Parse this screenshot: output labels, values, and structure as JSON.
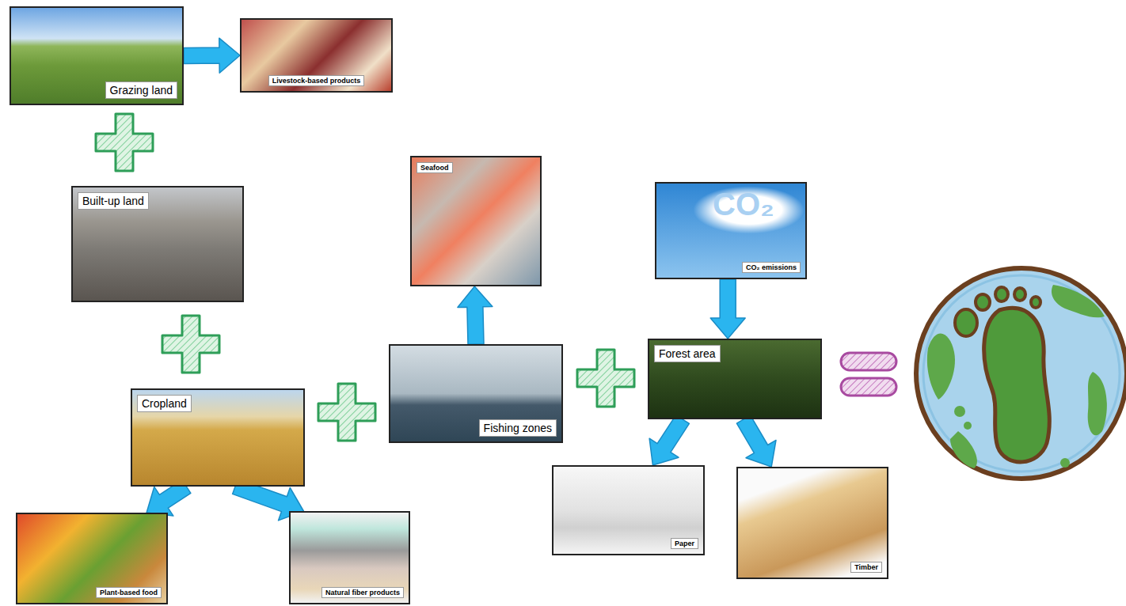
{
  "diagram": {
    "nodes": [
      {
        "text": [
          "Grazing land"
        ]
      },
      {
        "text": [
          "Livestock-based products"
        ]
      },
      {
        "text": [
          "Built-up land"
        ]
      },
      {
        "text": [
          "Seafood"
        ]
      },
      {
        "text": [
          "CO₂ emissions"
        ]
      },
      {
        "text": [
          "Cropland"
        ]
      },
      {
        "text": [
          "Fishing zones"
        ]
      },
      {
        "text": [
          "Forest area"
        ]
      },
      {
        "text": [
          "Plant-based food"
        ]
      },
      {
        "text": [
          "Natural fiber products"
        ]
      },
      {
        "text": [
          "Paper"
        ]
      },
      {
        "text": [
          "Timber"
        ]
      }
    ],
    "edges": [
      {
        "from": 0,
        "to": 1,
        "arrow": "to"
      },
      {
        "from": 6,
        "to": 3,
        "arrow": "to"
      },
      {
        "from": 4,
        "to": 7,
        "arrow": "to"
      },
      {
        "from": 7,
        "to": 10,
        "arrow": "to"
      },
      {
        "from": 7,
        "to": 11,
        "arrow": "to"
      },
      {
        "from": 5,
        "to": 8,
        "arrow": "to"
      },
      {
        "from": 5,
        "to": 9,
        "arrow": "to"
      }
    ],
    "labels": [
      "CO₂"
    ]
  }
}
